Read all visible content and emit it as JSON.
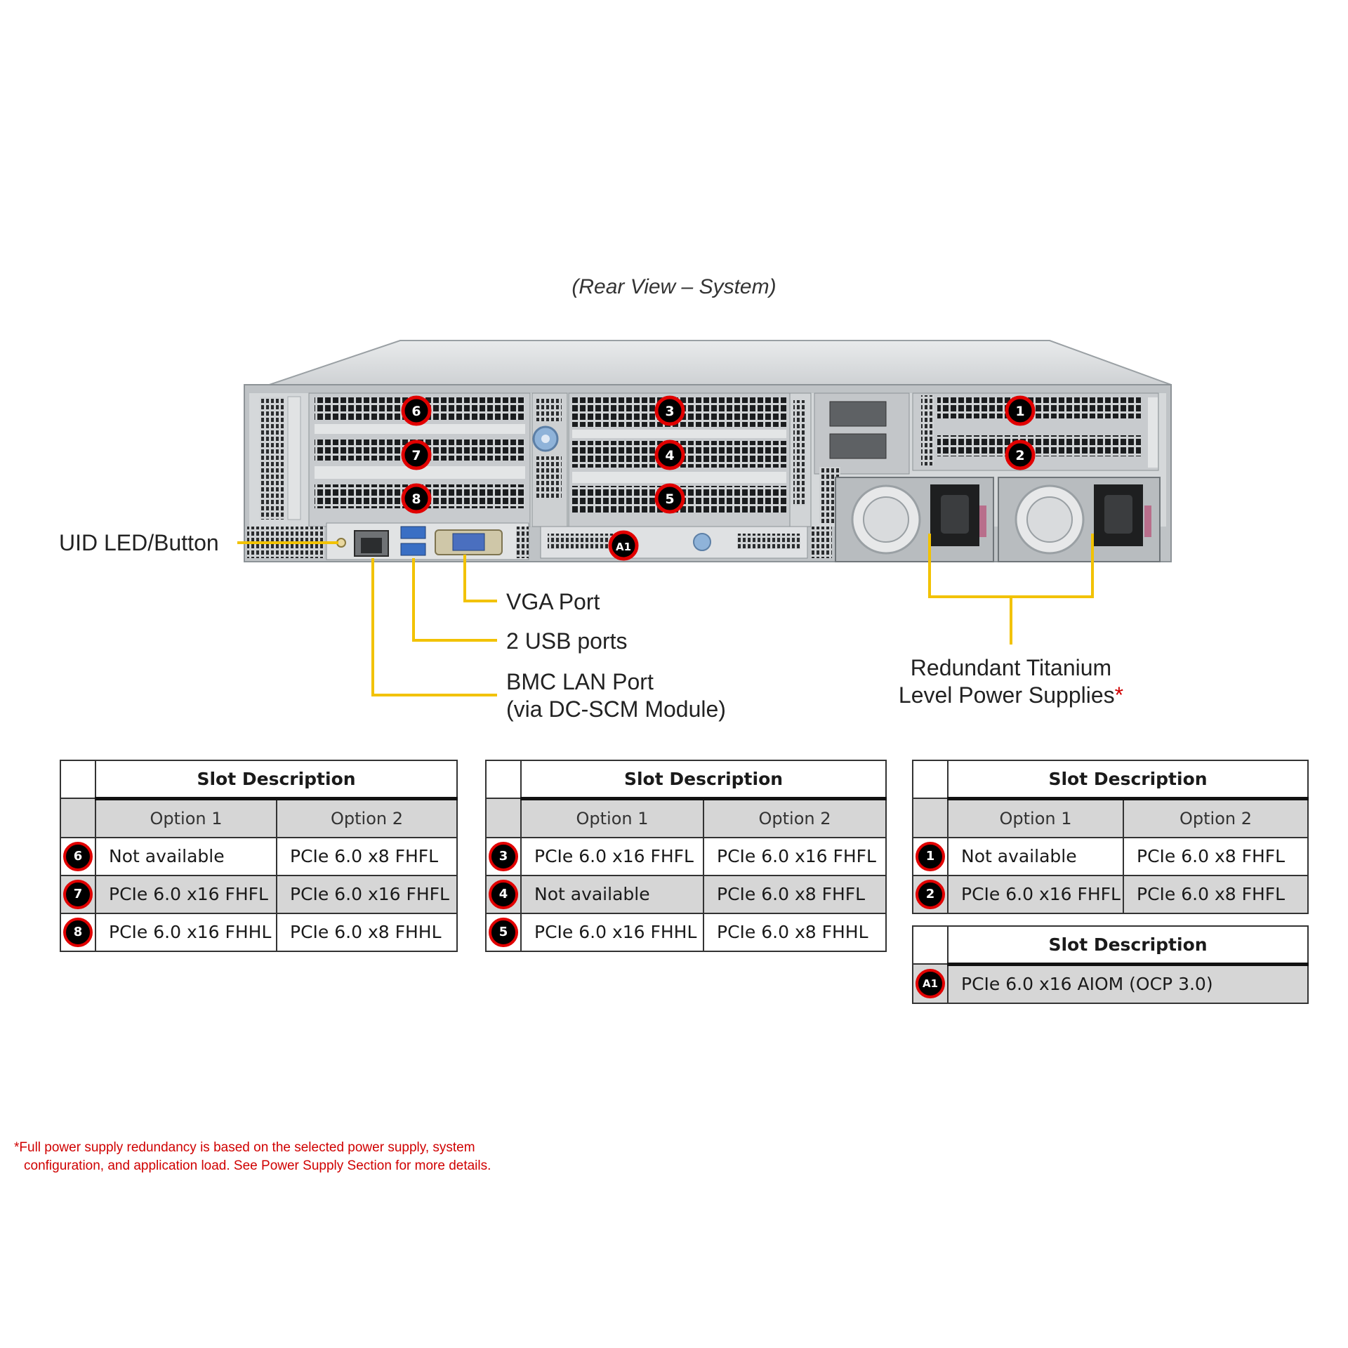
{
  "title": "(Rear View – System)",
  "colors": {
    "callout_line": "#f2c200",
    "badge_ring": "#e10000",
    "badge_fill": "#000000",
    "footnote": "#d00000",
    "table_shade": "#d6d6d6"
  },
  "chassis": {
    "badges": [
      "6",
      "7",
      "8",
      "3",
      "4",
      "5",
      "1",
      "2",
      "A1"
    ]
  },
  "callouts": {
    "uid": "UID LED/Button",
    "vga": "VGA Port",
    "usb": "2 USB ports",
    "bmc_line1": "BMC LAN Port",
    "bmc_line2": "(via DC-SCM Module)",
    "psu_line1": "Redundant Titanium",
    "psu_line2": "Level Power Supplies",
    "psu_mark": "*"
  },
  "tables": {
    "left": {
      "header": "Slot Description",
      "option1": "Option 1",
      "option2": "Option 2",
      "rows": [
        {
          "slot": "6",
          "opt1": "Not available",
          "opt2": "PCIe 6.0 x8 FHFL"
        },
        {
          "slot": "7",
          "opt1": "PCIe 6.0 x16 FHFL",
          "opt2": "PCIe 6.0 x16 FHFL"
        },
        {
          "slot": "8",
          "opt1": "PCIe 6.0 x16 FHHL",
          "opt2": "PCIe 6.0 x8 FHHL"
        }
      ]
    },
    "middle": {
      "header": "Slot Description",
      "option1": "Option 1",
      "option2": "Option 2",
      "rows": [
        {
          "slot": "3",
          "opt1": "PCIe 6.0 x16 FHFL",
          "opt2": "PCIe 6.0 x16 FHFL"
        },
        {
          "slot": "4",
          "opt1": "Not available",
          "opt2": "PCIe 6.0 x8 FHFL"
        },
        {
          "slot": "5",
          "opt1": "PCIe 6.0 x16 FHHL",
          "opt2": "PCIe 6.0 x8 FHHL"
        }
      ]
    },
    "right": {
      "header": "Slot Description",
      "option1": "Option 1",
      "option2": "Option 2",
      "rows": [
        {
          "slot": "1",
          "opt1": "Not available",
          "opt2": "PCIe 6.0 x8 FHFL"
        },
        {
          "slot": "2",
          "opt1": "PCIe 6.0 x16 FHFL",
          "opt2": "PCIe 6.0 x8 FHFL"
        }
      ]
    },
    "aiom": {
      "header": "Slot Description",
      "rows": [
        {
          "slot": "A1",
          "value": "PCIe 6.0 x16 AIOM (OCP 3.0)"
        }
      ]
    }
  },
  "footnote": {
    "line1": "*Full power supply redundancy is based on the selected power supply, system",
    "line2": "configuration, and application load. See Power Supply Section for more details."
  }
}
